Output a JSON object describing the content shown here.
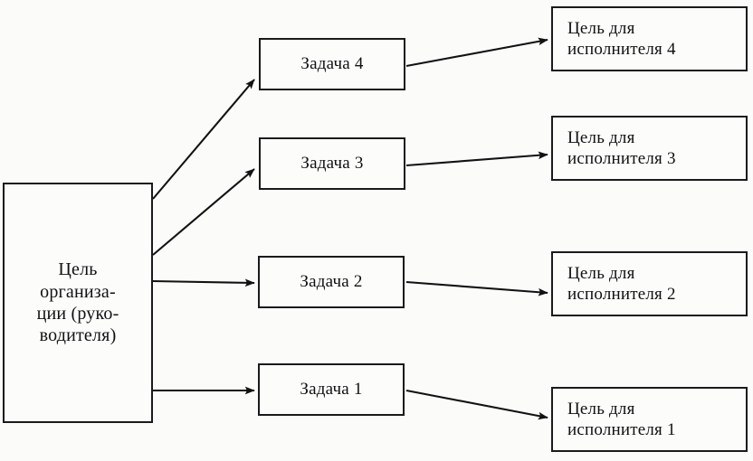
{
  "diagram": {
    "type": "tree-flow",
    "title_visible": false,
    "background_color": "#fbfbfa",
    "stroke_color": "#121212",
    "box_fill": "#fcfcfb",
    "language": "ru"
  },
  "root": {
    "id": "root",
    "label": "Цель\nорганиза-\nции (руко-\nводителя)"
  },
  "tasks": [
    {
      "id": "task4",
      "label": "Задача 4"
    },
    {
      "id": "task3",
      "label": "Задача 3"
    },
    {
      "id": "task2",
      "label": "Задача 2"
    },
    {
      "id": "task1",
      "label": "Задача 1"
    }
  ],
  "goals": [
    {
      "id": "goal4",
      "label": "Цель для\nисполнителя 4"
    },
    {
      "id": "goal3",
      "label": "Цель для\nисполнителя 3"
    },
    {
      "id": "goal2",
      "label": "Цель для\nисполнителя 2"
    },
    {
      "id": "goal1",
      "label": "Цель для\nисполнителя 1"
    }
  ],
  "edges": [
    {
      "id": "edge-root-task4",
      "from": "root",
      "to": "task4"
    },
    {
      "id": "edge-root-task3",
      "from": "root",
      "to": "task3"
    },
    {
      "id": "edge-root-task2",
      "from": "root",
      "to": "task2"
    },
    {
      "id": "edge-root-task1",
      "from": "root",
      "to": "task1"
    },
    {
      "id": "edge-task4-goal4",
      "from": "task4",
      "to": "goal4"
    },
    {
      "id": "edge-task3-goal3",
      "from": "task3",
      "to": "goal3"
    },
    {
      "id": "edge-task2-goal2",
      "from": "task2",
      "to": "goal2"
    },
    {
      "id": "edge-task1-goal1",
      "from": "task1",
      "to": "goal1"
    }
  ]
}
